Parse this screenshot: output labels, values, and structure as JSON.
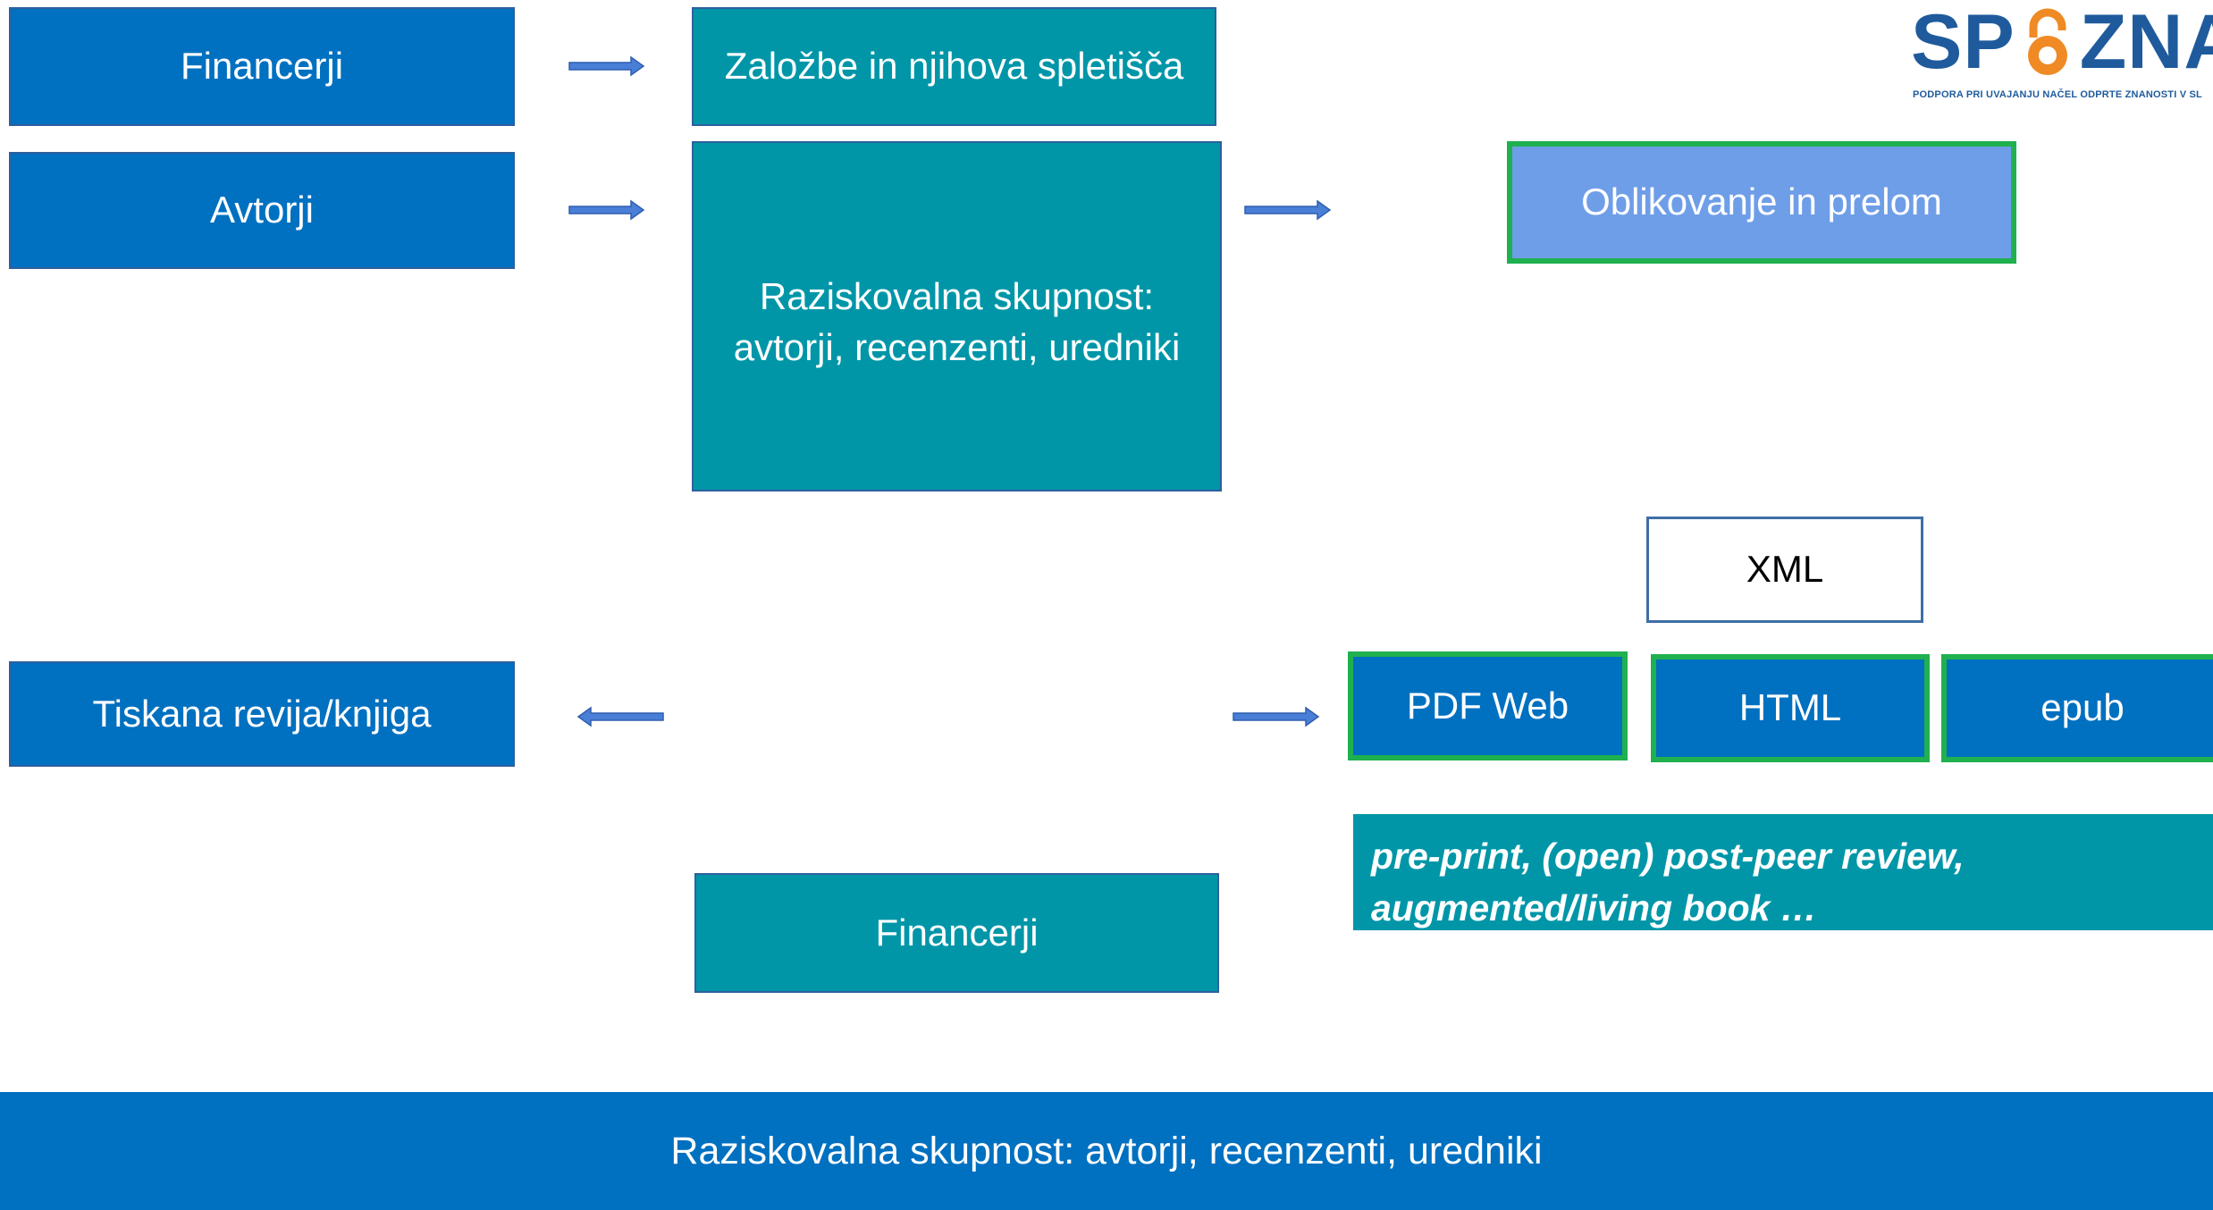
{
  "left": {
    "funders": "Financerji",
    "authors": "Avtorji",
    "print": "Tiskana revija/knjiga"
  },
  "center": {
    "publishers": "Založbe in njihova spletišča",
    "research_line1": "Raziskovalna skupnost:",
    "research_line2": "avtorji, recenzenti, uredniki",
    "funders": "Financerji"
  },
  "right": {
    "layout": "Oblikovanje in prelom",
    "xml": "XML",
    "pdf": "PDF Web",
    "html": "HTML",
    "epub": "epub",
    "note_line1": "pre-print, (open) post-peer review,",
    "note_line2": "augmented/living book  …"
  },
  "footer": {
    "text": "Raziskovalna skupnost: avtorji, recenzenti, uredniki"
  },
  "logo": {
    "word_a": "SP",
    "word_b": "ZNA",
    "tagline": "PODPORA PRI UVAJANJU NAČEL ODPRTE ZNANOSTI V SL"
  },
  "colors": {
    "blue": "#0070c0",
    "teal": "#0096a8",
    "light_blue": "#6f9ee8",
    "green_outline": "#1fb04f",
    "arrow": "#4a7fd8",
    "logo_blue": "#1f5b9c",
    "logo_orange": "#f08a24"
  }
}
